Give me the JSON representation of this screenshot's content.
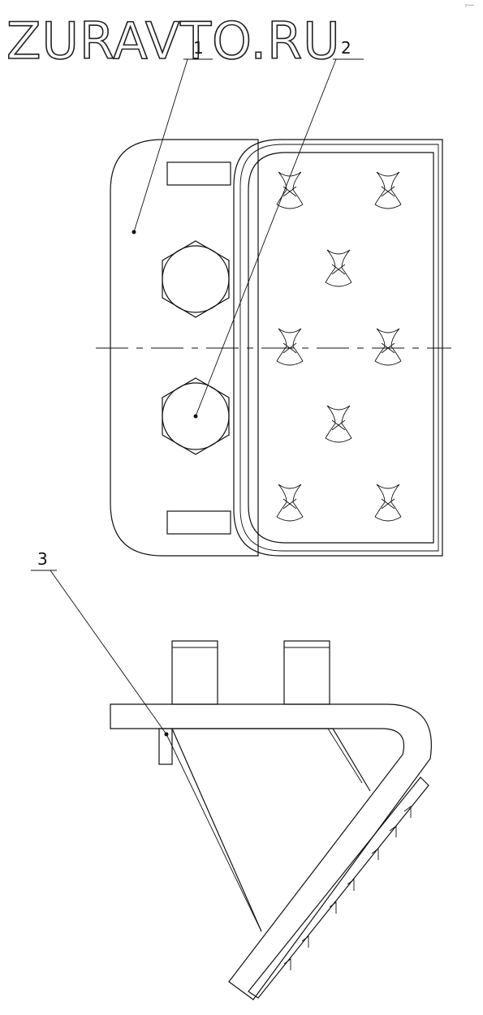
{
  "watermark": {
    "text": "ZURAVTO.RU"
  },
  "corner_mark": {
    "text": "z²•••"
  },
  "callouts": [
    {
      "label": "1",
      "part": "bracket"
    },
    {
      "label": "2",
      "part": "bolt"
    },
    {
      "label": "3",
      "part": "side-pad"
    }
  ],
  "views": {
    "top": "plan view",
    "side": "side elevation"
  },
  "colors": {
    "line": "#111111",
    "background": "#ffffff",
    "watermark_stroke": "#222222"
  }
}
